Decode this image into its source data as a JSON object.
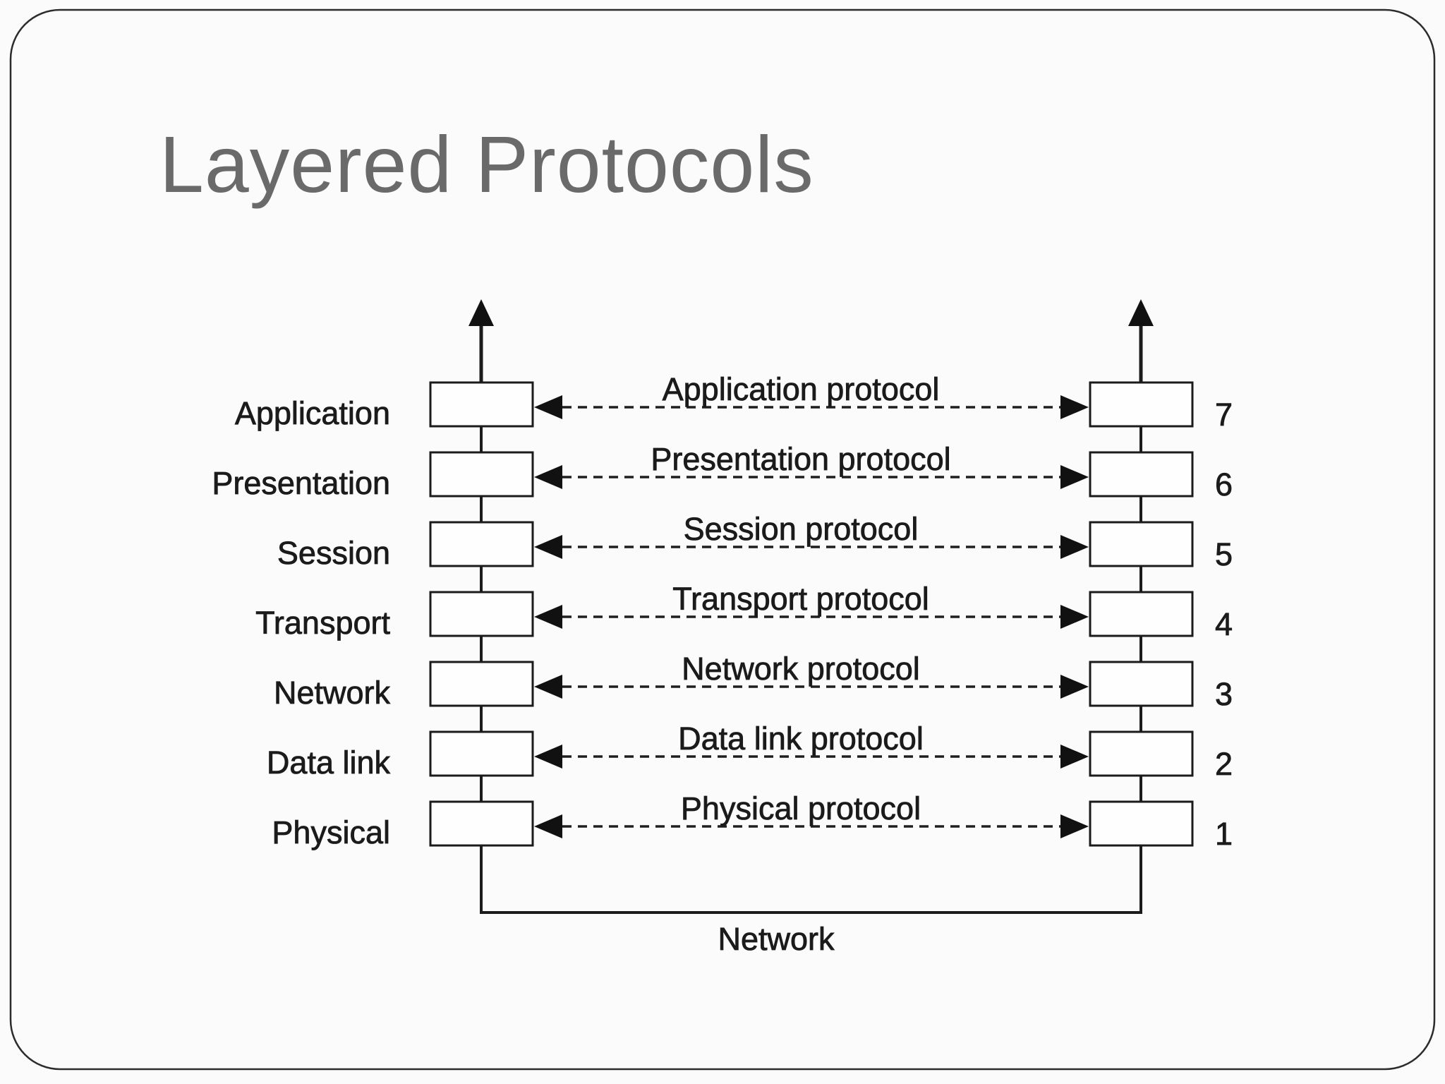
{
  "slide": {
    "title": "Layered Protocols"
  },
  "diagram": {
    "layers": [
      {
        "name": "Application",
        "number": "7",
        "protocol": "Application protocol"
      },
      {
        "name": "Presentation",
        "number": "6",
        "protocol": "Presentation protocol"
      },
      {
        "name": "Session",
        "number": "5",
        "protocol": "Session protocol"
      },
      {
        "name": "Transport",
        "number": "4",
        "protocol": "Transport protocol"
      },
      {
        "name": "Network",
        "number": "3",
        "protocol": "Network protocol"
      },
      {
        "name": "Data link",
        "number": "2",
        "protocol": "Data link protocol"
      },
      {
        "name": "Physical",
        "number": "1",
        "protocol": "Physical protocol"
      }
    ],
    "bus_label": "Network",
    "colors": {
      "ink": "#1b1b1b",
      "title_gray": "#6a6a6a",
      "background": "#fbfbfb",
      "box_fill": "#fefefe"
    }
  }
}
